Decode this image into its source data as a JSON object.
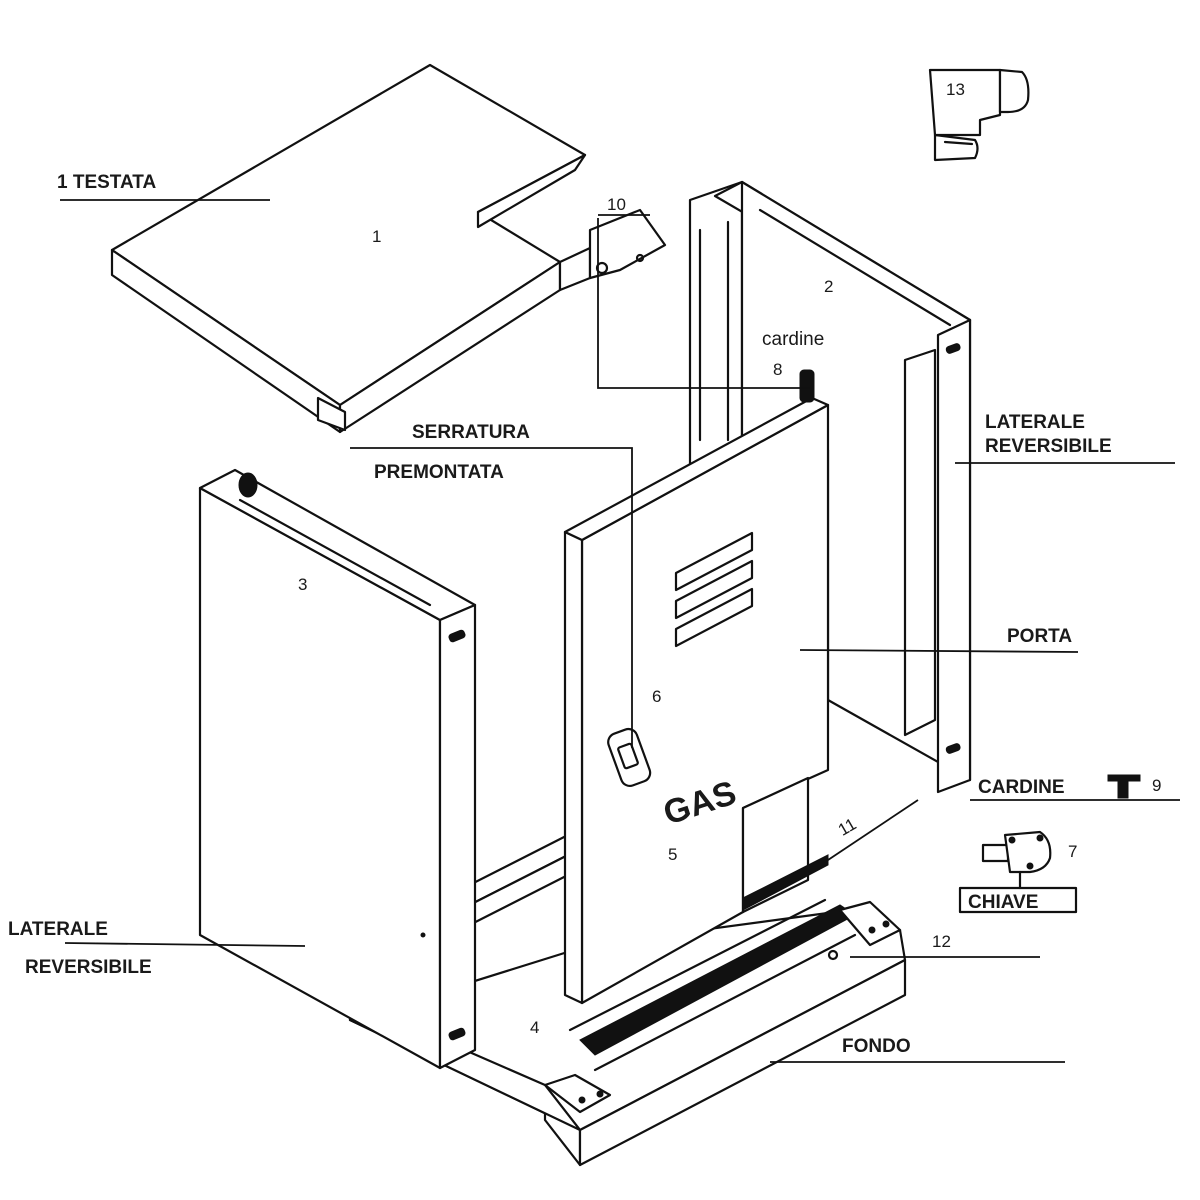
{
  "labels": {
    "testata": "1 TESTATA",
    "serratura": "SERRATURA",
    "premontata": "PREMONTATA",
    "cardine_small": "cardine",
    "laterale_right_1": "LATERALE",
    "laterale_right_2": "REVERSIBILE",
    "porta": "PORTA",
    "cardine_caps": "CARDINE",
    "chiave": "CHIAVE",
    "laterale_left_1": "LATERALE",
    "laterale_left_2": "REVERSIBILE",
    "fondo": "FONDO",
    "gas": "GAS"
  },
  "numbers": {
    "n1": "1",
    "n2": "2",
    "n3": "3",
    "n4": "4",
    "n5": "5",
    "n6": "6",
    "n7": "7",
    "n8": "8",
    "n9": "9",
    "n10": "10",
    "n11": "11",
    "n12": "12",
    "n13": "13"
  }
}
